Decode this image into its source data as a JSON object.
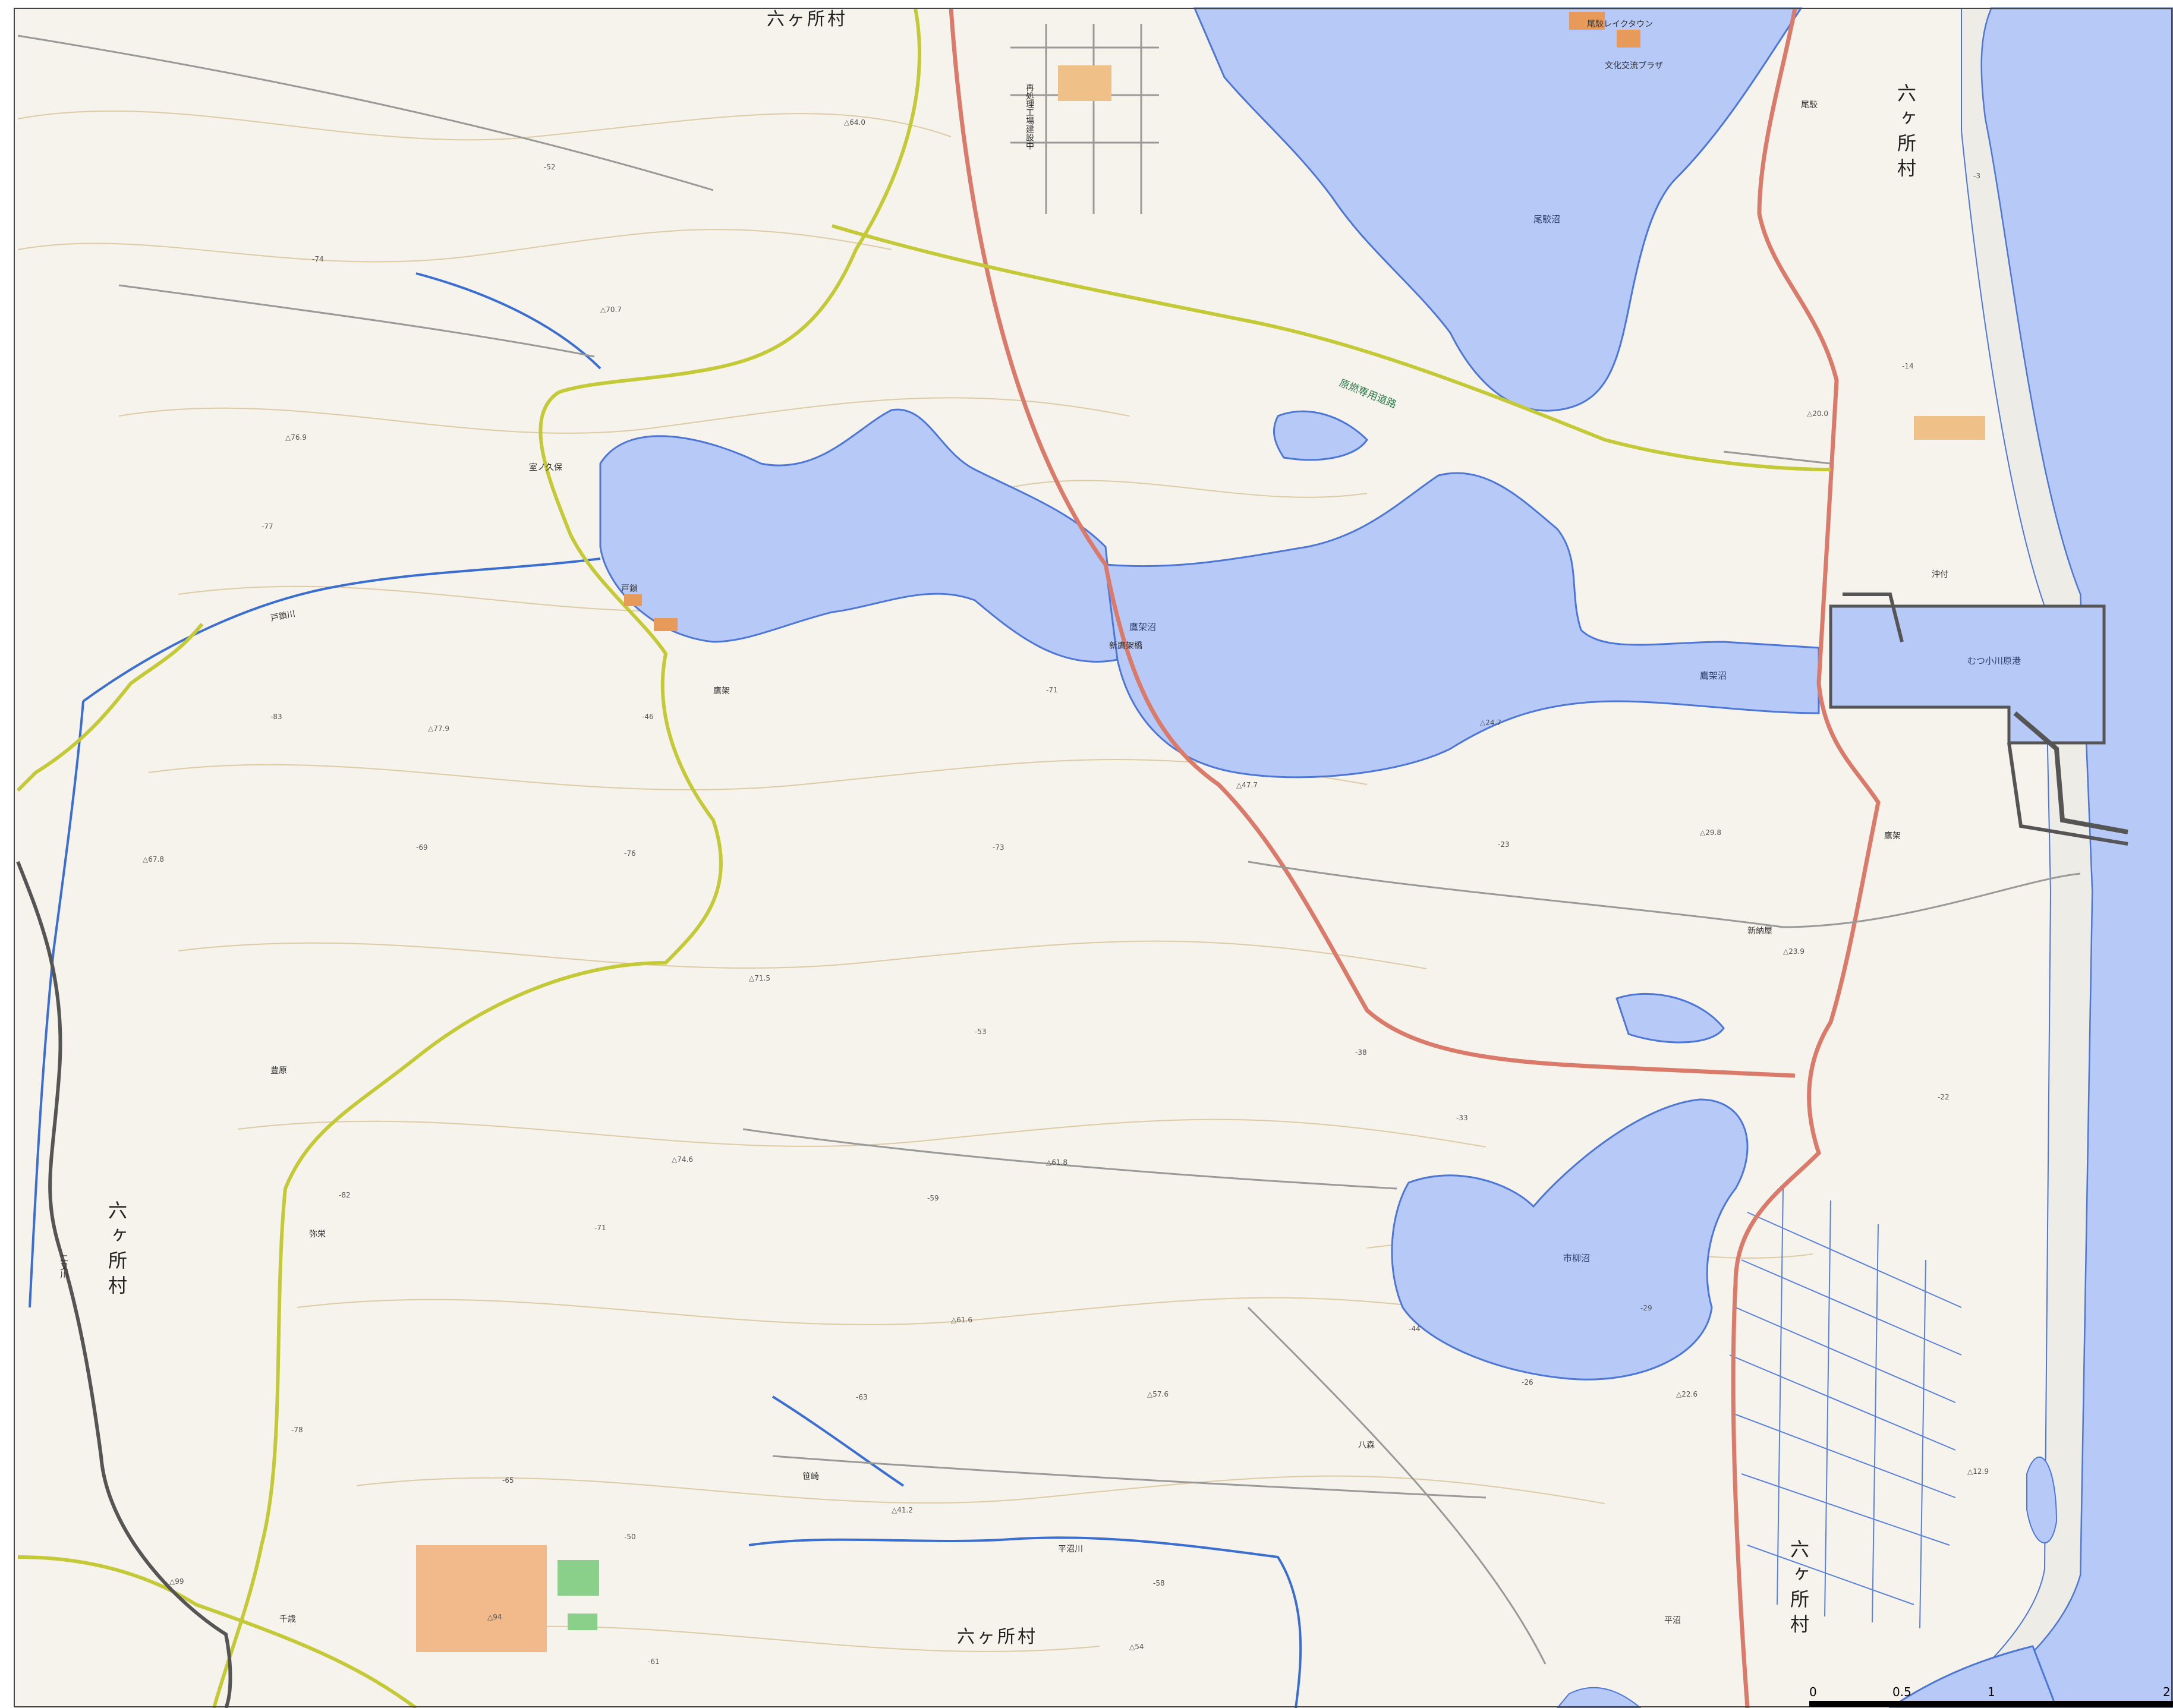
{
  "map": {
    "admin_labels": [
      {
        "text": "六ヶ所村",
        "orient": "h"
      },
      {
        "text": "六ヶ所村",
        "orient": "v"
      },
      {
        "text": "六ヶ所村",
        "orient": "v"
      },
      {
        "text": "六ヶ所村",
        "orient": "v"
      },
      {
        "text": "六ヶ所村",
        "orient": "h"
      }
    ],
    "lakes": [
      "尾駮沼",
      "鷹架沼",
      "鷹架沼",
      "市柳沼"
    ],
    "places": [
      "尾駮レイクタウン",
      "文化交流プラザ",
      "尾駮",
      "再処理工場建設中",
      "戸鎖",
      "鷹架",
      "室ノ久保",
      "豊原",
      "千歳",
      "新納屋",
      "平沼",
      "八森",
      "笹崎",
      "沖付",
      "鷹架",
      "弥栄"
    ],
    "facilities": [
      "むつ小川原港",
      "新鷹架橋"
    ],
    "roads": [
      "原燃専用道路"
    ],
    "rivers": [
      "戸鎖川",
      "平沼川",
      "二又川"
    ],
    "elevations": [
      "-52",
      "△70.7",
      "△64.0",
      "△76.9",
      "-77",
      "-74",
      "-83",
      "△77.9",
      "-69",
      "△67.8",
      "-76",
      "△71.5",
      "-71",
      "-73",
      "△47.7",
      "-23",
      "-38",
      "-33",
      "△61.8",
      "-59",
      "-71",
      "-53",
      "△74.6",
      "-82",
      "△57.6",
      "△61.6",
      "-26",
      "-29",
      "△22.6",
      "-44",
      "△12.9",
      "△29.8",
      "△23.9",
      "△24.7",
      "-22",
      "-14",
      "△20.0",
      "-3",
      "-65",
      "-50",
      "△99",
      "△94",
      "-61",
      "-58",
      "△54",
      "△41.2",
      "-78",
      "-63",
      "-46"
    ],
    "colors": {
      "water": "#b7c9f7",
      "shore": "#4d77d6",
      "terrain": "#f5f3ed",
      "contour": "#d8c59a",
      "road": "#b8c23a",
      "highway": "#d97a6a",
      "boundary": "#555555",
      "forest": "#ffffff",
      "green": "#8ad08a"
    }
  },
  "scale": {
    "ticks": [
      "0",
      "0.5",
      "1",
      "2"
    ]
  }
}
